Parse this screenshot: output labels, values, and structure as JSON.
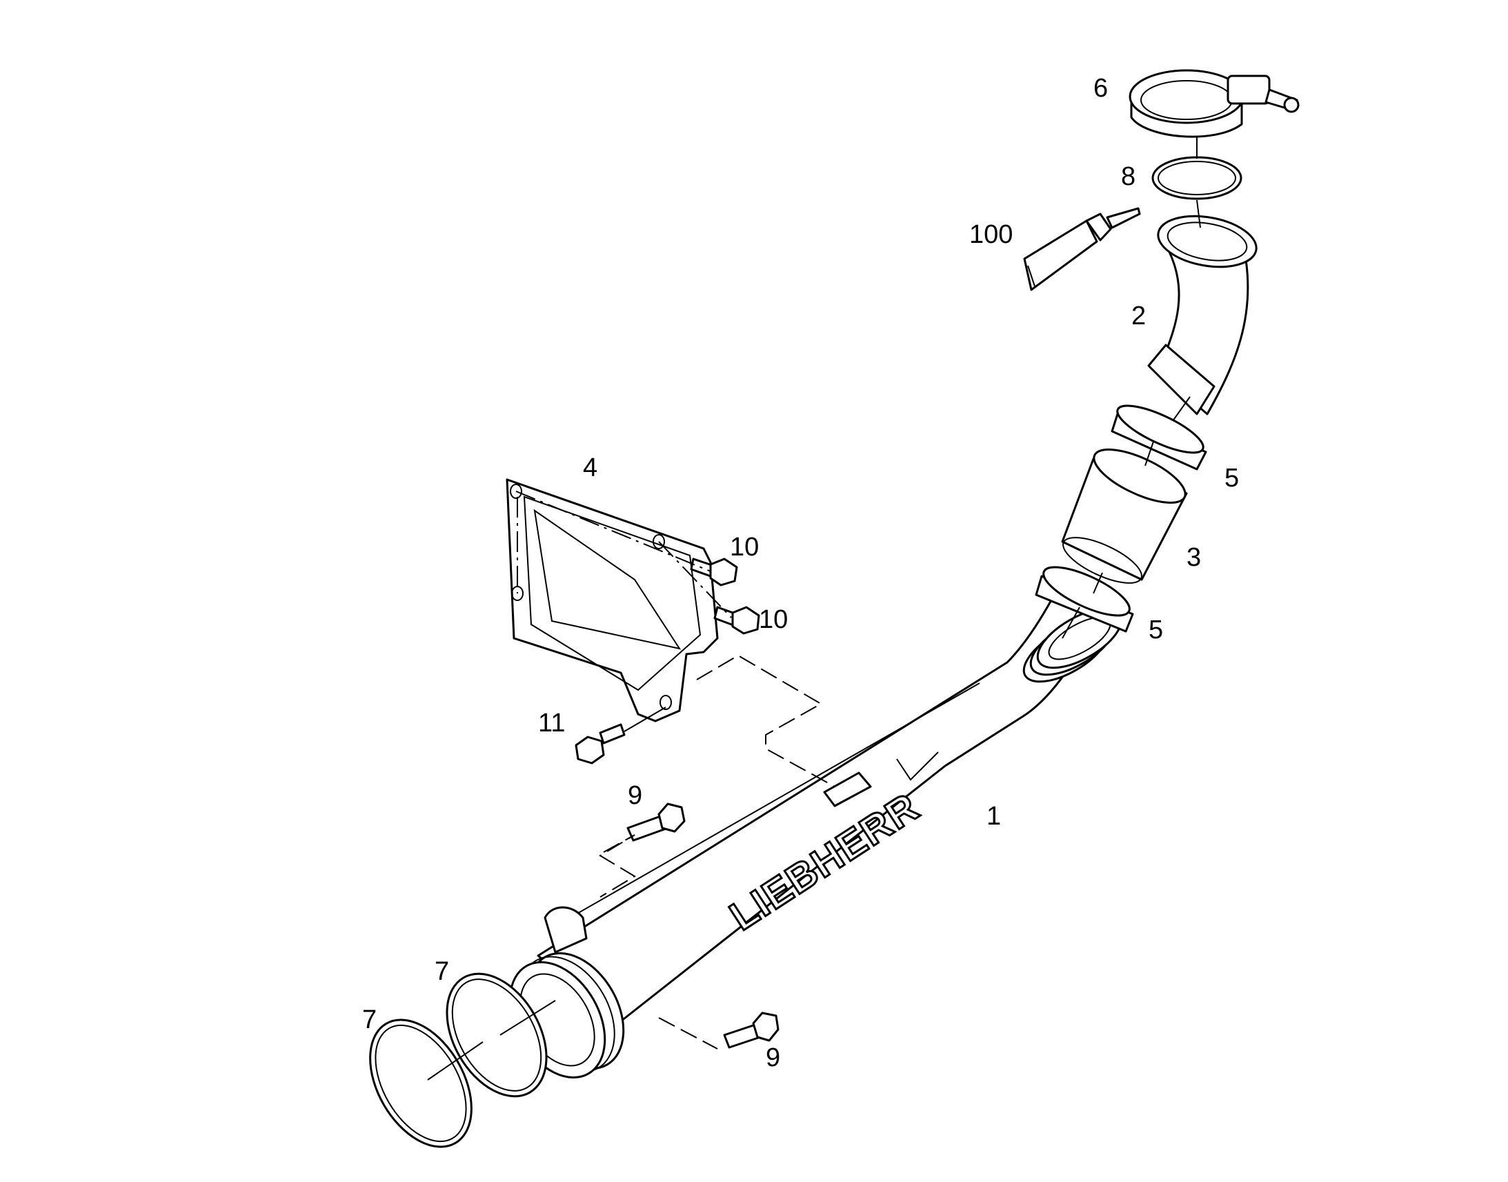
{
  "labels": {
    "p1": "1",
    "p2": "2",
    "p3": "3",
    "p4": "4",
    "p5a": "5",
    "p5b": "5",
    "p6": "6",
    "p7a": "7",
    "p7b": "7",
    "p8": "8",
    "p9a": "9",
    "p9b": "9",
    "p10a": "10",
    "p10b": "10",
    "p11": "11",
    "p100": "100"
  },
  "brand": "LIEBHERR",
  "colors": {
    "line": "#000000",
    "background": "#ffffff"
  }
}
